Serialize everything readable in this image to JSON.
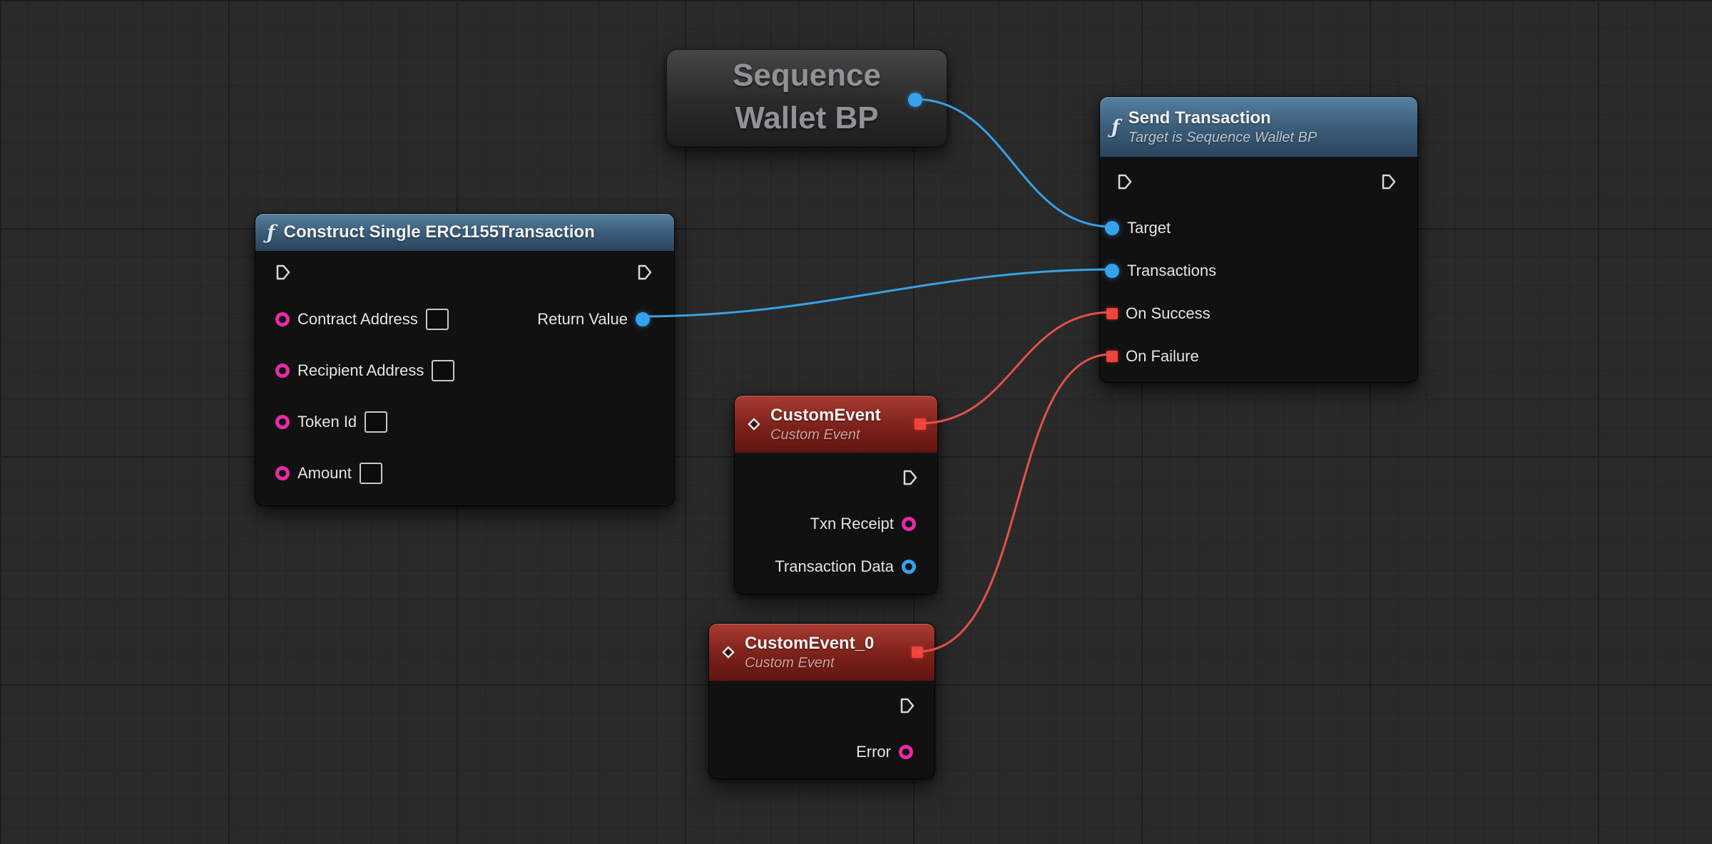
{
  "canvas": {
    "bg_color": "#2a2a2a",
    "grid_minor": "#242424",
    "grid_major": "#1d1d1d"
  },
  "colors": {
    "exec_pin": "#d8d8d8",
    "object_pin": "#35a2ee",
    "string_pin": "#e52ba8",
    "delegate_pin": "#f2423a",
    "wire_blue": "#38a1e6",
    "wire_red": "#e2514a",
    "function_header": "#3b5d7a",
    "event_header": "#7c211a"
  },
  "nodes": {
    "sequence_wallet": {
      "title_line1": "Sequence",
      "title_line2": "Wallet BP"
    },
    "construct_txn": {
      "icon": "ƒ",
      "title": "Construct Single ERC1155Transaction",
      "inputs": [
        {
          "label": "Contract Address",
          "value": ""
        },
        {
          "label": "Recipient Address",
          "value": ""
        },
        {
          "label": "Token Id",
          "value": ""
        },
        {
          "label": "Amount",
          "value": ""
        }
      ],
      "output": {
        "label": "Return Value"
      }
    },
    "send_transaction": {
      "icon": "ƒ",
      "title": "Send Transaction",
      "subtitle": "Target is Sequence Wallet BP",
      "inputs": [
        {
          "label": "Target"
        },
        {
          "label": "Transactions"
        },
        {
          "label": "On Success"
        },
        {
          "label": "On Failure"
        }
      ]
    },
    "custom_event": {
      "title": "CustomEvent",
      "subtitle": "Custom Event",
      "outputs": [
        {
          "label": "Txn Receipt"
        },
        {
          "label": "Transaction Data"
        }
      ]
    },
    "custom_event_0": {
      "title": "CustomEvent_0",
      "subtitle": "Custom Event",
      "outputs": [
        {
          "label": "Error"
        }
      ]
    }
  }
}
